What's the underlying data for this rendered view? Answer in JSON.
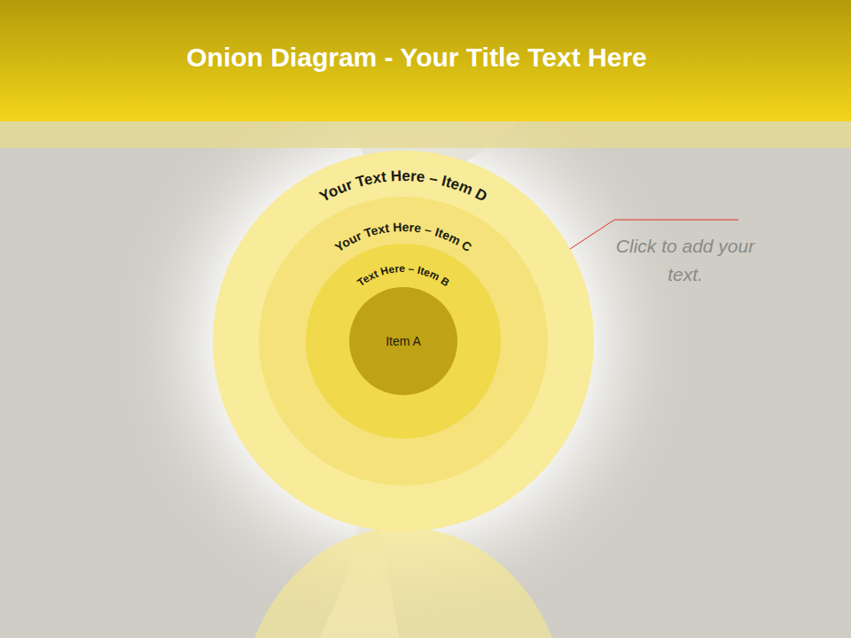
{
  "diagram": {
    "title": "Onion Diagram - Your Title Text Here",
    "nodes": [
      {
        "text": [
          "Your Text Here – Item D"
        ]
      },
      {
        "text": [
          "Your Text Here – Item C"
        ],
        "in": 0
      },
      {
        "text": [
          "Text Here – Item B"
        ],
        "in": 1
      },
      {
        "text": [
          "Item A"
        ],
        "in": 2
      }
    ],
    "labels": [
      "Click to add your text."
    ]
  }
}
